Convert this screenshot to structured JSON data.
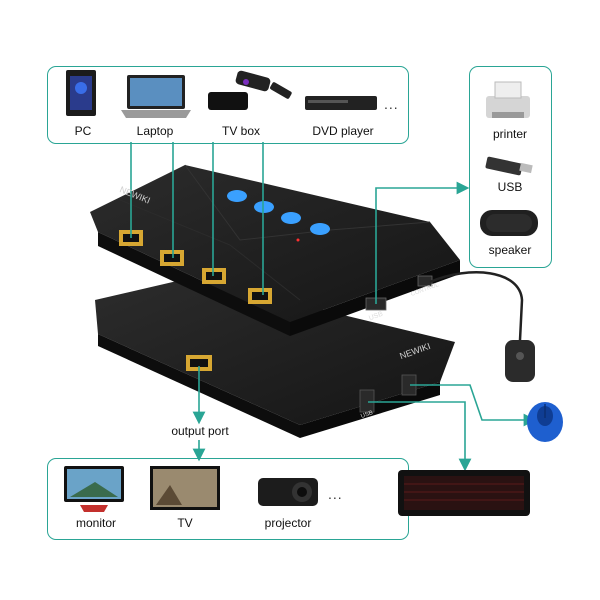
{
  "sources": {
    "items": [
      {
        "label": "PC",
        "icon": "pc-tower-icon"
      },
      {
        "label": "Laptop",
        "icon": "laptop-icon"
      },
      {
        "label": "TV box",
        "icon": "tv-box-icon"
      },
      {
        "label": "DVD player",
        "icon": "dvd-player-icon"
      }
    ],
    "more": "..."
  },
  "peripherals": {
    "items": [
      {
        "label": "printer",
        "icon": "printer-icon"
      },
      {
        "label": "USB",
        "icon": "usb-stick-icon"
      },
      {
        "label": "speaker",
        "icon": "speaker-icon"
      }
    ]
  },
  "device": {
    "brand": "NEWIKI",
    "brand_bottom": "NEWIKI",
    "usb_label": "USB",
    "control_label": "CONTROL",
    "usb30_label": "USB"
  },
  "output": {
    "port_label": "output port",
    "items": [
      {
        "label": "monitor",
        "icon": "monitor-icon"
      },
      {
        "label": "TV",
        "icon": "tv-icon"
      },
      {
        "label": "projector",
        "icon": "projector-icon"
      }
    ],
    "more": "..."
  },
  "colors": {
    "accent": "#2aa595",
    "device": "#1e1e1e",
    "hdmi_port": "#d7a732",
    "led": "#3aa0ff"
  }
}
